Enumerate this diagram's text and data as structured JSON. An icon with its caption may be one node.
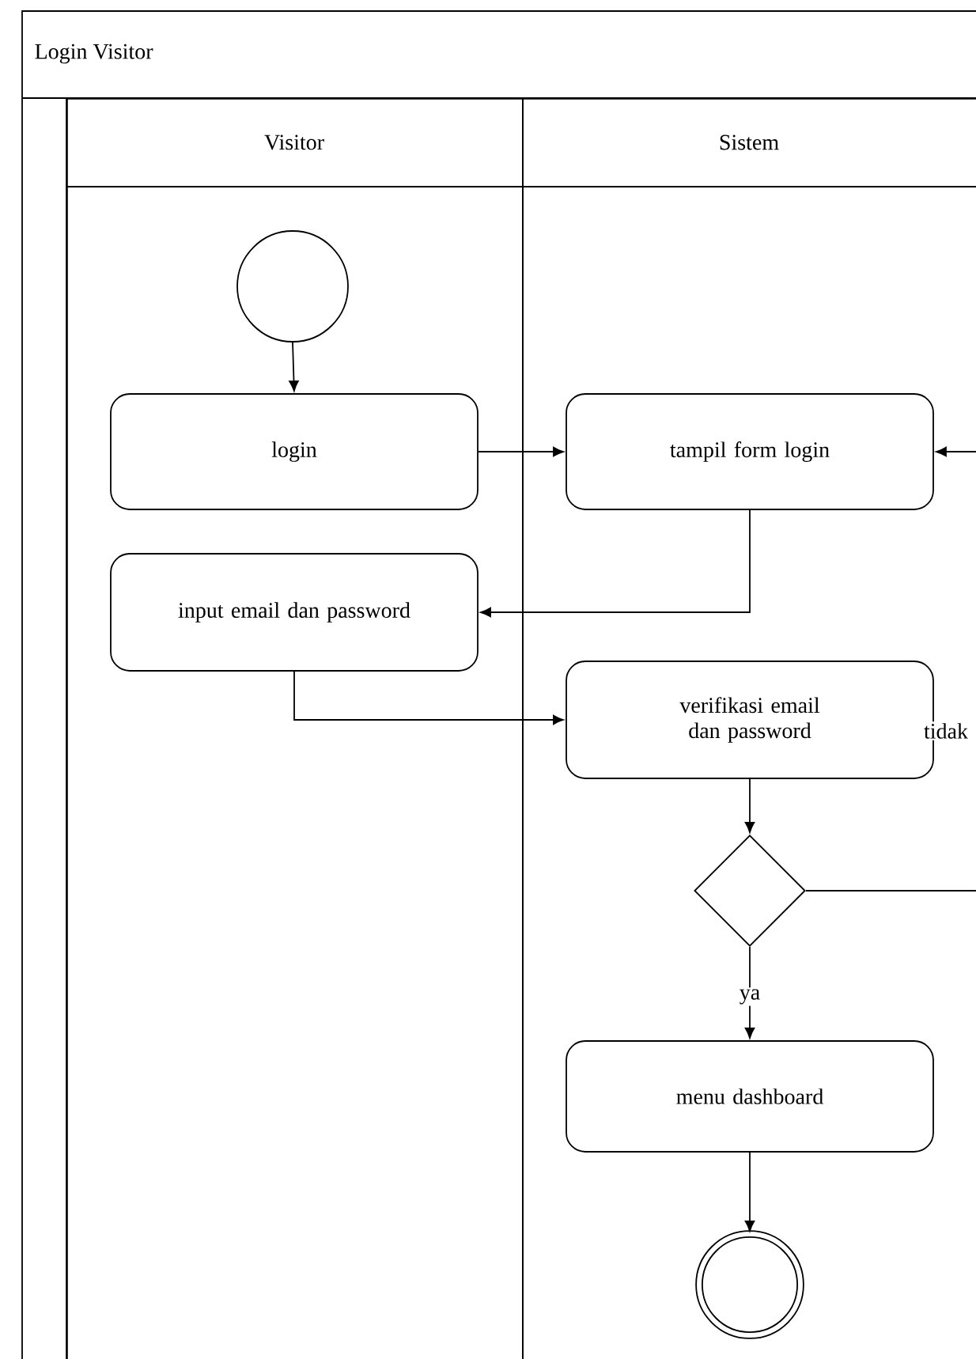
{
  "diagram": {
    "title": "Login Visitor",
    "nodes": [
      {
        "text": [
          "Visitor"
        ]
      },
      {
        "text": [
          "Sistem"
        ]
      },
      {
        "text": [],
        "shape": "circle",
        "in": 0
      },
      {
        "text": [
          "login"
        ],
        "in": 0
      },
      {
        "text": [
          "tampil form login"
        ],
        "in": 1
      },
      {
        "text": [
          "input email dan password"
        ],
        "in": 0
      },
      {
        "text": [
          "verifikasi email dan password"
        ],
        "in": 1
      },
      {
        "text": [],
        "shape": "diamond",
        "in": 1
      },
      {
        "text": [
          "menu dashboard"
        ],
        "in": 1
      },
      {
        "text": [],
        "shape": "circle",
        "in": 1
      }
    ],
    "edges": [
      {
        "from": 2,
        "to": 3,
        "arrow": "to"
      },
      {
        "from": 3,
        "to": 4,
        "arrow": "to"
      },
      {
        "from": 4,
        "to": 5,
        "arrow": "to"
      },
      {
        "from": 5,
        "to": 6,
        "arrow": "to"
      },
      {
        "from": 6,
        "to": 7,
        "arrow": "to"
      },
      {
        "from": 7,
        "to": 4,
        "arrow": "to",
        "label": "tidak"
      },
      {
        "from": 7,
        "to": 8,
        "arrow": "to",
        "label": "ya"
      },
      {
        "from": 8,
        "to": 9,
        "arrow": "to"
      }
    ]
  }
}
